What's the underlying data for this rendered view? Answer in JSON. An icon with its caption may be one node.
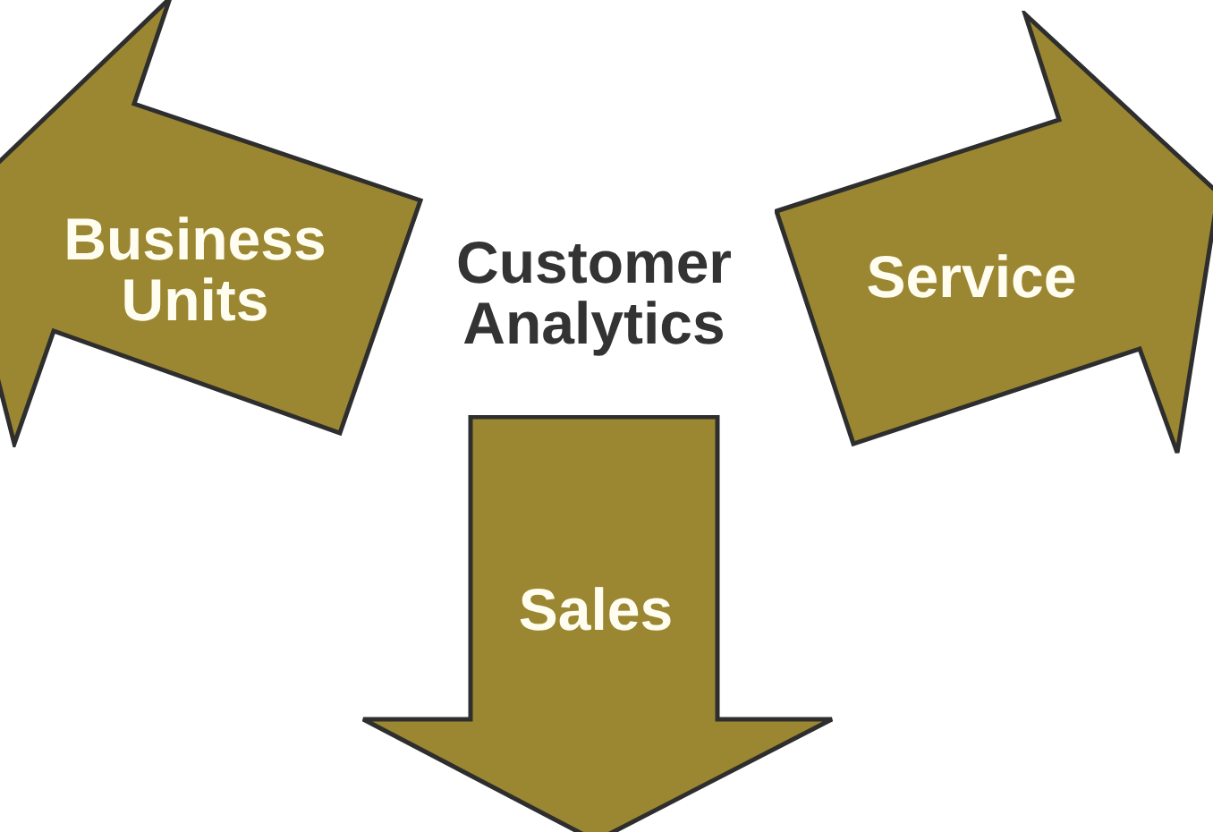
{
  "diagram": {
    "nodes": [
      {
        "text": [
          "Business Units"
        ]
      },
      {
        "text": [
          "Service"
        ]
      },
      {
        "text": [
          "Sales"
        ]
      }
    ],
    "labels": [
      "Customer Analytics"
    ]
  }
}
